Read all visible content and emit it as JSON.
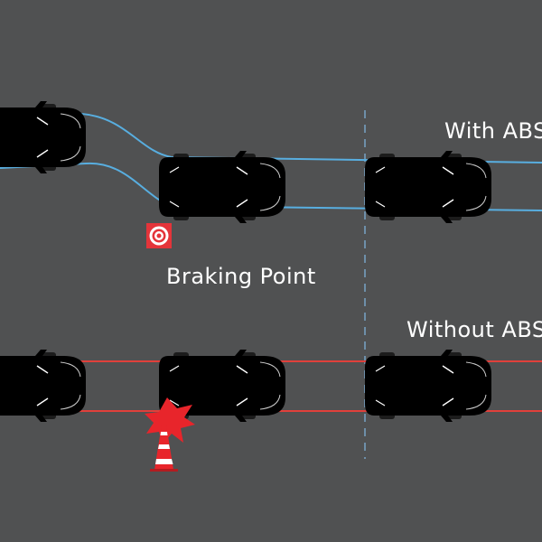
{
  "labels": {
    "with_abs": "With ABS",
    "without_abs": "Without ABS",
    "braking_point": "Braking Point"
  },
  "icons": {
    "braking_point_marker": "target-icon",
    "obstacle": "traffic-cone-icon",
    "impact": "collision-burst-icon"
  },
  "colors": {
    "road": "#505152",
    "with_abs_car": "#c9d3d8",
    "with_abs_glass": "#a9b9c1",
    "without_abs_car": "#f7d5b4",
    "without_abs_glass": "#efc59c",
    "with_abs_path": "#58aee0",
    "without_abs_path": "#e0403b",
    "lane_divider": "#6e8fa9",
    "marker": "#e4343a",
    "impact": "#e8252b",
    "text": "#ffffff"
  }
}
